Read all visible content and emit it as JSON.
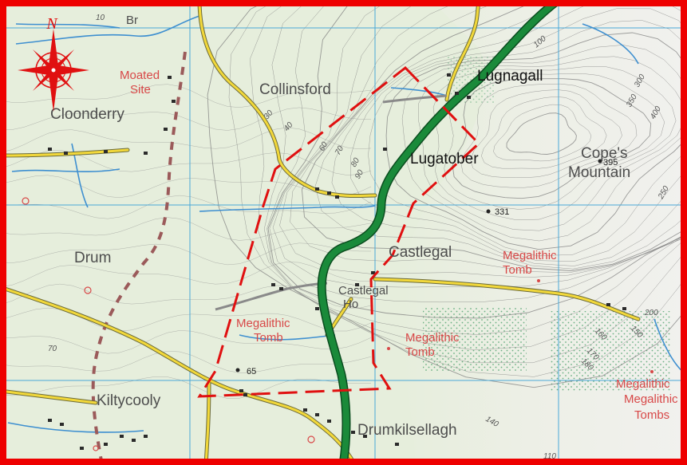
{
  "map": {
    "colors": {
      "frame": "#ee0000",
      "land_low": "#e6eedc",
      "land_hill": "#efefe9",
      "grid": "#4aa8d8",
      "river": "#3e8fd0",
      "contour": "#7d7d7d",
      "road_main": "#1a8a3a",
      "road_minor": "#f2d83a",
      "boundary": "#e01010",
      "antiquity": "#d84848",
      "township_dash": "#9b5a5a"
    },
    "compass": {
      "north_label": "N",
      "icon": "compass-rose-icon"
    },
    "places": {
      "clonderry": "Cloonderry",
      "collinsford": "Collinsford",
      "lugnagall": "Lugnagall",
      "lugatober": "Lugatober",
      "copes_mountain_1": "Cope's",
      "copes_mountain_2": "Mountain",
      "castlegal": "Castlegal",
      "castlegal_ho_1": "Castlegal",
      "castlegal_ho_2": "Ho",
      "drum": "Drum",
      "kiltycooly": "Kiltycooly",
      "drumkilsellagh": "Drumkilsellagh",
      "br": "Br"
    },
    "antiquities": {
      "moated_1": "Moated",
      "moated_2": "Site",
      "meg1_1": "Megalithic",
      "meg1_2": "Tomb",
      "meg2_1": "Megalithic",
      "meg2_2": "Tomb",
      "meg3_1": "Megalithic",
      "meg3_2": "Tomb",
      "meg4_1": "Megalithic",
      "meg5_1": "Megalithic",
      "meg5_2": "Tombs"
    },
    "contour_labels": [
      "10",
      "30",
      "40",
      "60",
      "70",
      "80",
      "90",
      "100",
      "150",
      "160",
      "170",
      "180",
      "200",
      "250",
      "300",
      "350",
      "400",
      "70",
      "110",
      "140"
    ],
    "spot_heights": {
      "h395": "395",
      "h331": "331",
      "h65": "65"
    }
  }
}
